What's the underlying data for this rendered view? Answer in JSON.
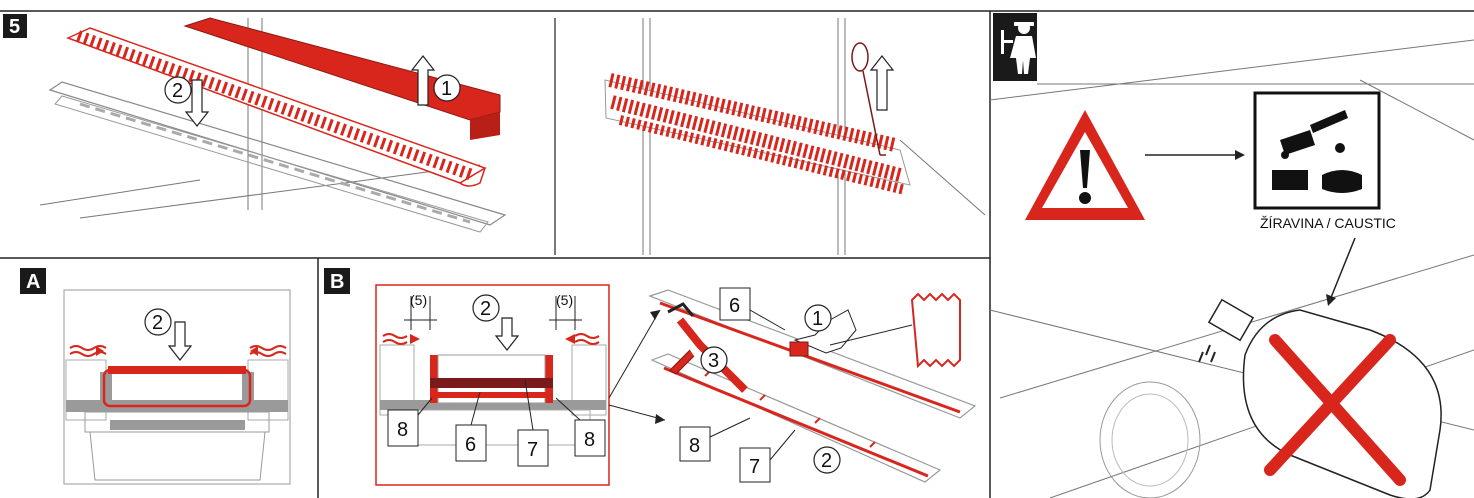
{
  "steps": {
    "main": "5",
    "panel_a": "A",
    "panel_b": "B"
  },
  "callouts": {
    "top_lift": "1",
    "top_insert": "2",
    "a_insert": "2",
    "b_insert": "2",
    "b_right_2": "2",
    "b_apply": "1",
    "b_gun": "3",
    "gap_left": "(5)",
    "gap_right": "(5)",
    "part_6_left": "6",
    "part_7_left": "7",
    "part_8_left": "8",
    "part_8_right": "8",
    "part_6_right": "6",
    "part_7_right": "7",
    "part_8_bottom": "8"
  },
  "warning": {
    "caustic_label": "ŽÍRAVINA / CAUSTIC"
  },
  "icons": [
    "maintenance-person-icon",
    "warning-triangle-icon",
    "corrosive-hazard-icon",
    "crossed-bottle-icon",
    "arrow-up-icon",
    "arrow-down-icon"
  ],
  "colors": {
    "accent_red": "#d9261c",
    "line_gray": "#777777",
    "badge_black": "#1a1a1a"
  }
}
